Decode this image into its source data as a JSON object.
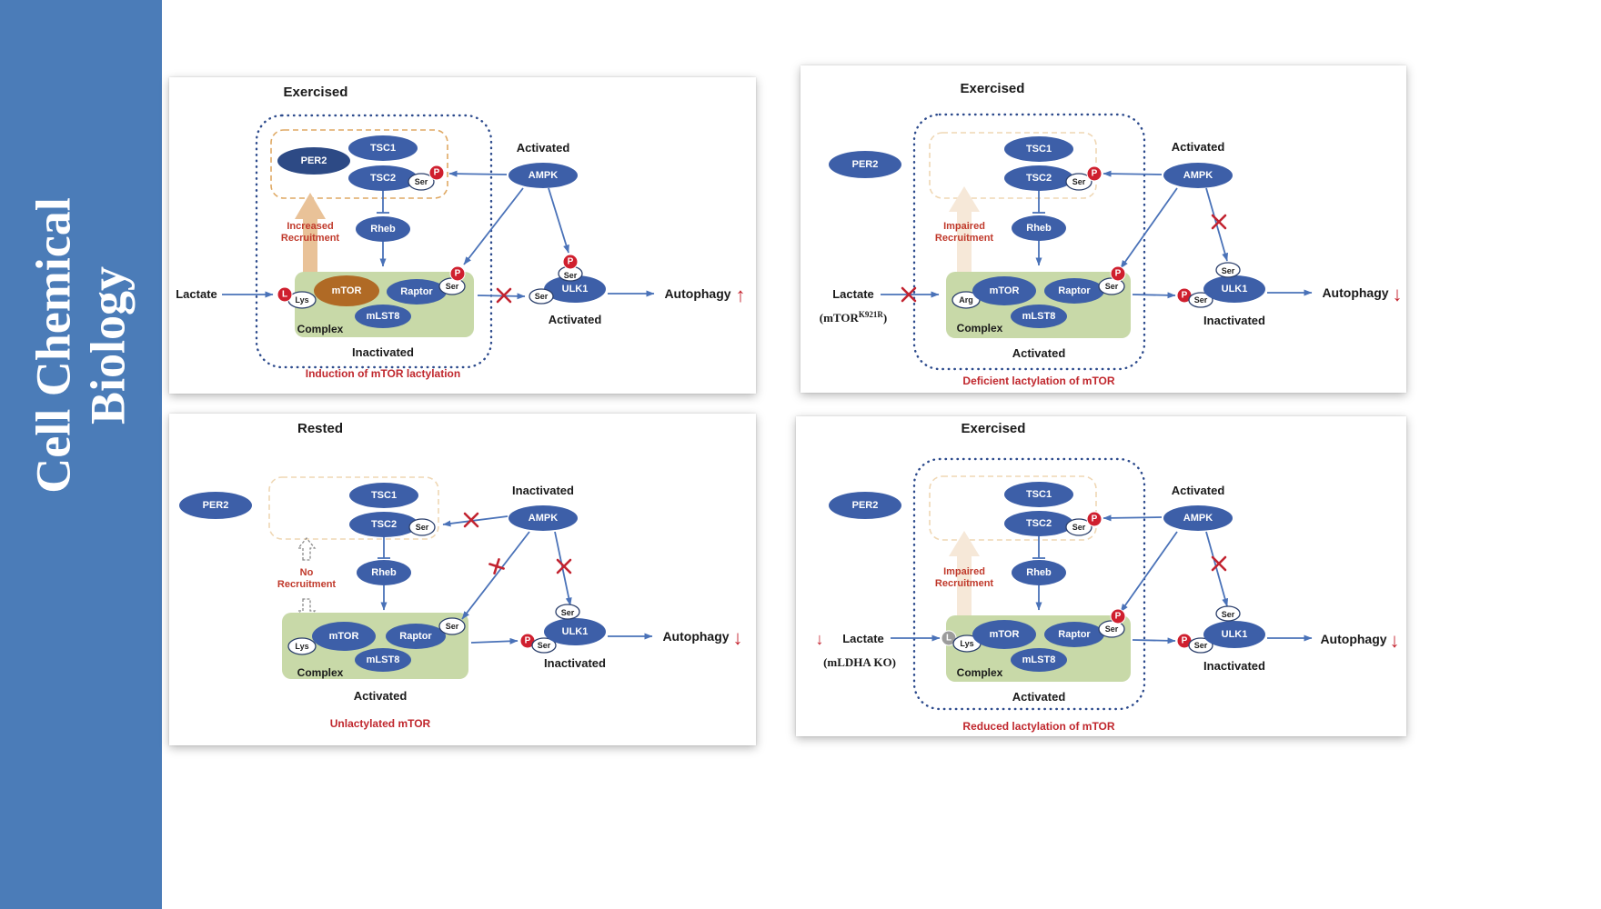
{
  "journal": {
    "line1": "Cell Chemical",
    "line2": "Biology"
  },
  "labels": {
    "per2": "PER2",
    "tsc1": "TSC1",
    "tsc2": "TSC2",
    "ampk": "AMPK",
    "rheb": "Rheb",
    "mtor": "mTOR",
    "raptor": "Raptor",
    "mlst8": "mLST8",
    "ulk1": "ULK1",
    "ser": "Ser",
    "lys": "Lys",
    "arg": "Arg",
    "p": "P",
    "l": "L",
    "lactate": "Lactate",
    "autophagy": "Autophagy",
    "complex": "Complex"
  },
  "panels": [
    {
      "title": "Exercised",
      "ampk_state": "Activated",
      "complex_state": "Inactivated",
      "ulk1_state": "Activated",
      "recruit1": "Increased",
      "recruit2": "Recruitment",
      "autophagy_dir": "↑",
      "caption": "Induction of mTOR lactylation"
    },
    {
      "title": "Exercised",
      "ampk_state": "Activated",
      "complex_state": "Activated",
      "ulk1_state": "Inactivated",
      "recruit1": "Impaired",
      "recruit2": "Recruitment",
      "note_base": "(mTOR",
      "note_sup": "K921R",
      "note_close": ")",
      "autophagy_dir": "↓",
      "caption": "Deficient lactylation of mTOR"
    },
    {
      "title": "Rested",
      "ampk_state": "Inactivated",
      "complex_state": "Activated",
      "ulk1_state": "Inactivated",
      "recruit1": "No",
      "recruit2": "Recruitment",
      "autophagy_dir": "↓",
      "caption": "Unlactylated mTOR"
    },
    {
      "title": "Exercised",
      "ampk_state": "Activated",
      "complex_state": "Activated",
      "ulk1_state": "Inactivated",
      "recruit1": "Impaired",
      "recruit2": "Recruitment",
      "note": "(mLDHA KO)",
      "lactate_dir": "↓",
      "autophagy_dir": "↓",
      "caption": "Reduced lactylation of mTOR"
    }
  ],
  "colors": {
    "sidebar_blue": "#4b7cb8",
    "node_blue": "#3d5fa8",
    "per2_dark_blue": "#2d4a85",
    "mtor_brown": "#b06a25",
    "complex_green": "#c8d9a8",
    "phospho_red": "#cf1f2e",
    "arrow_blue": "#4a72b8",
    "alert_red": "#c22330",
    "caption_red": "#c0272d",
    "recruit_tan": "#e9c298",
    "boundary_blue": "#2c4a8c",
    "recruit_zone_orange": "#dfa964"
  }
}
